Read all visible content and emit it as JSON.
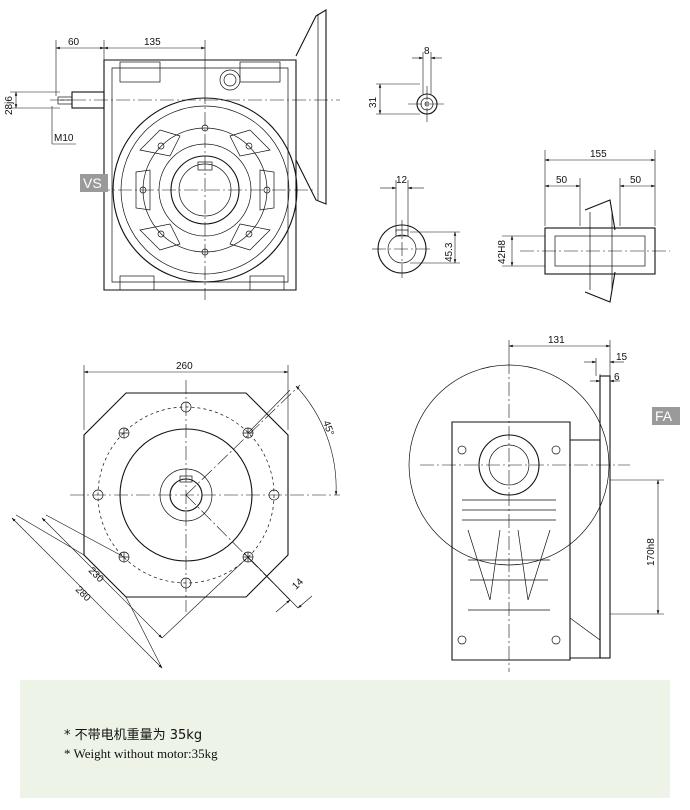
{
  "views": {
    "vs_label": "VS",
    "fa_label": "FA"
  },
  "dimensions": {
    "d60": "60",
    "d135": "135",
    "d28j6": "28j6",
    "m10": "M10",
    "d8": "8",
    "d31": "31",
    "d12": "12",
    "d45_3": "45.3",
    "d155": "155",
    "d50a": "50",
    "d50b": "50",
    "d42h8": "42H8",
    "d260": "260",
    "d45deg": "45°",
    "d230": "230",
    "d280": "280",
    "d14": "14",
    "d131": "131",
    "d15": "15",
    "d6": "6",
    "d170h8": "170h8"
  },
  "notes": {
    "weight_cn": "* 不带电机重量为 35kg",
    "weight_en": "* Weight without motor:35kg"
  }
}
